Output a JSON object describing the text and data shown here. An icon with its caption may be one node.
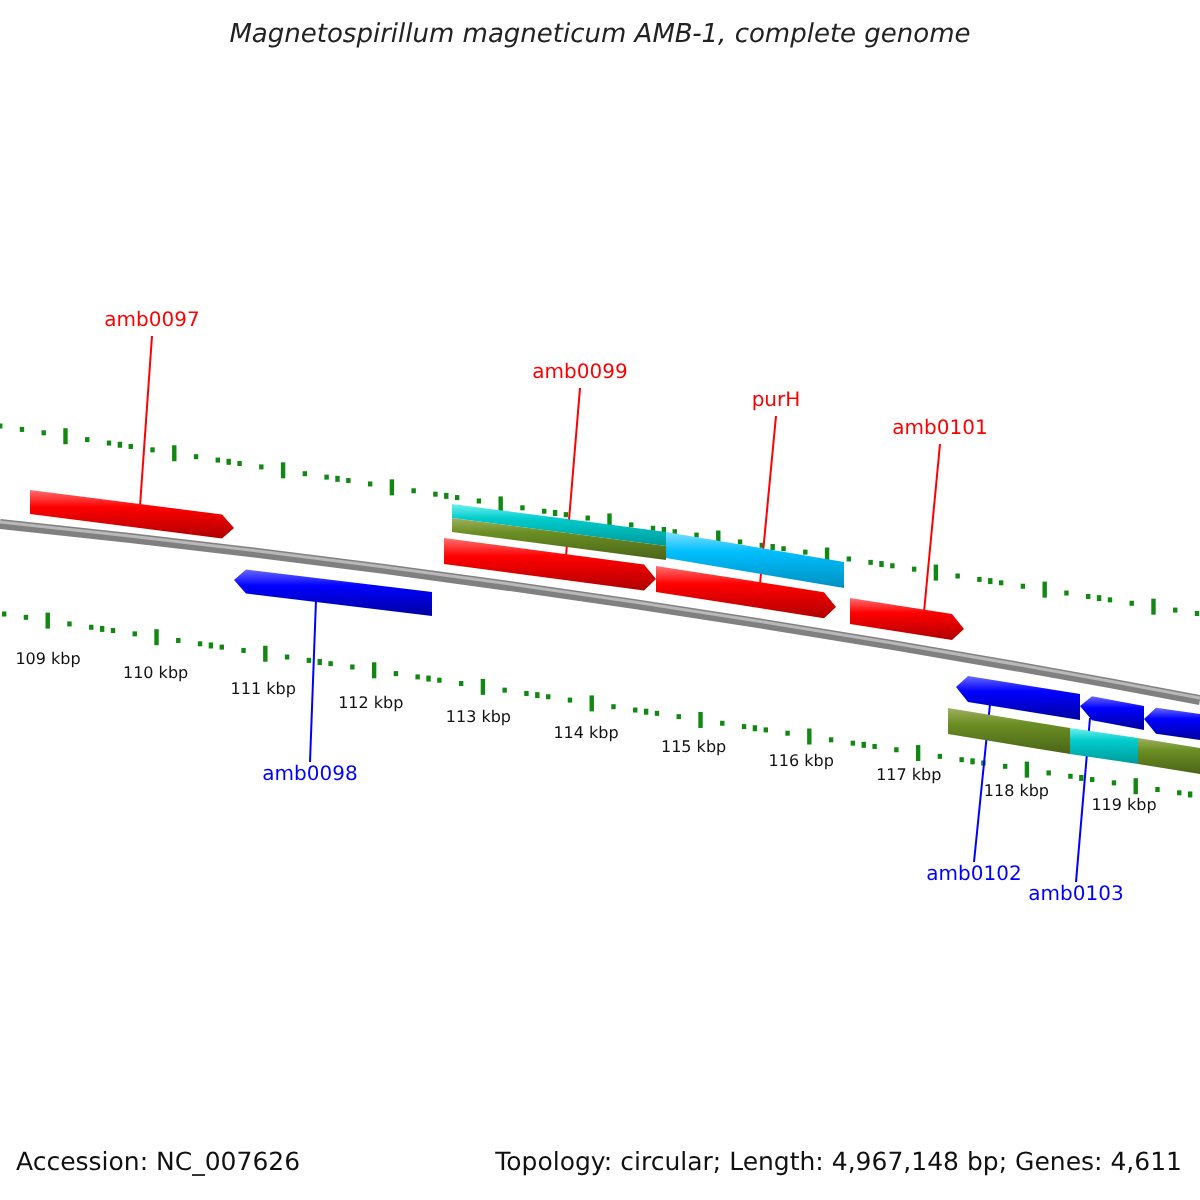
{
  "diagram": {
    "title": "Magnetospirillum magneticum AMB-1, complete genome",
    "nodes": [
      {
        "text": [
          "amb0097"
        ]
      },
      {
        "text": [
          "amb0099"
        ]
      },
      {
        "text": [
          "purH"
        ]
      },
      {
        "text": [
          "amb0101"
        ]
      },
      {
        "text": [
          "amb0098"
        ]
      },
      {
        "text": [
          "amb0102"
        ]
      },
      {
        "text": [
          "amb0103"
        ]
      },
      {
        "text": [],
        "shape": "pentagon"
      },
      {
        "text": [],
        "shape": "pentagon"
      },
      {
        "text": [],
        "shape": "pentagon"
      },
      {
        "text": [],
        "shape": "pentagon"
      },
      {
        "text": [],
        "shape": "pentagon"
      },
      {
        "text": [],
        "shape": "pentagon"
      },
      {
        "text": [],
        "shape": "pentagon"
      },
      {
        "text": [],
        "shape": "bar"
      },
      {
        "text": [],
        "shape": "bar"
      },
      {
        "text": [],
        "shape": "bar"
      },
      {
        "text": [],
        "shape": "bar"
      },
      {
        "text": [],
        "shape": "bar"
      },
      {
        "text": [],
        "shape": "bar"
      },
      {
        "text": [],
        "shape": "pentagon"
      }
    ],
    "edges": [
      {
        "from": 0,
        "to": 7,
        "arrow": "none"
      },
      {
        "from": 4,
        "to": 8,
        "arrow": "none",
        "color": "#0000ff"
      },
      {
        "from": 1,
        "to": 9,
        "arrow": "none"
      },
      {
        "from": 2,
        "to": 10,
        "arrow": "none"
      },
      {
        "from": 3,
        "to": 11,
        "arrow": "none"
      },
      {
        "from": 5,
        "to": 12,
        "arrow": "none",
        "color": "#0000ff"
      },
      {
        "from": 6,
        "to": 13,
        "arrow": "none",
        "color": "#0000ff"
      }
    ],
    "labels": [
      "109 kbp",
      "110 kbp",
      "111 kbp",
      "112 kbp",
      "113 kbp",
      "114 kbp",
      "115 kbp",
      "116 kbp",
      "117 kbp",
      "118 kbp",
      "119 kbp",
      "Accession: NC_007626",
      "Topology: circular; Length: 4,967,148 bp; Genes: 4,611"
    ]
  }
}
